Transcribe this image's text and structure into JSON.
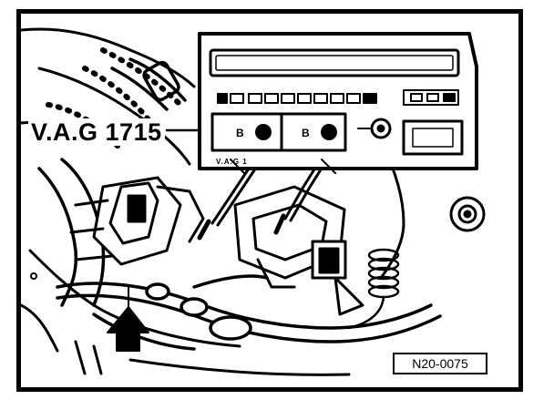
{
  "figure": {
    "tool_label": "V.A.G 1715",
    "figure_id": "N20-0075",
    "meter_socket_left": "B",
    "meter_socket_right": "B",
    "meter_brand": "V.A.G 1"
  }
}
